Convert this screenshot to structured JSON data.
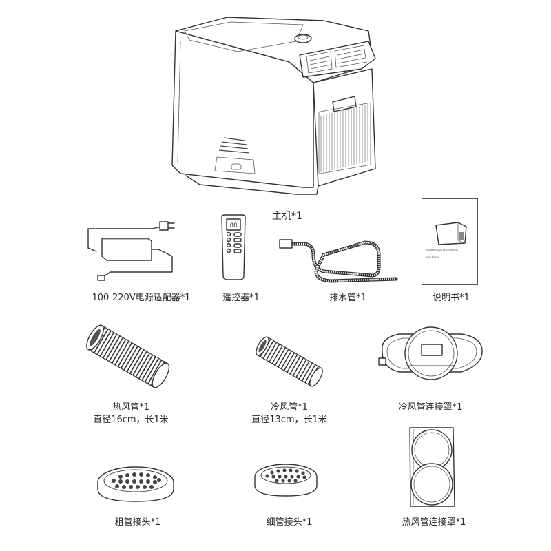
{
  "main_unit": {
    "label": "主机*1"
  },
  "items": {
    "adapter": {
      "label": "100-220V电源适配器*1"
    },
    "remote": {
      "label": "遥控器*1"
    },
    "drain_hose": {
      "label": "排水管*1"
    },
    "manual": {
      "label": "说明书*1",
      "cover_title": "CHAIR Portable Air Conditioner",
      "cover_subtitle": "User Manual"
    },
    "hot_hose": {
      "label": "热风管*1",
      "spec": "直径16cm，长1米"
    },
    "cold_hose": {
      "label": "冷风管*1",
      "spec": "直径13cm，长1米"
    },
    "cold_cover": {
      "label": "冷风管连接罩*1"
    },
    "thick_joint": {
      "label": "粗管接头*1"
    },
    "thin_joint": {
      "label": "细管接头*1"
    },
    "hot_cover": {
      "label": "热风管连接罩*1"
    }
  },
  "icons": {
    "main": "portable-air-conditioner-icon",
    "adapter": "power-adapter-icon",
    "remote": "remote-control-icon",
    "drain": "drain-hose-icon",
    "manual": "manual-booklet-icon",
    "hot_hose": "hot-air-hose-icon",
    "cold_hose": "cold-air-hose-icon",
    "cold_cover": "cold-hose-cover-icon",
    "thick_joint": "thick-joint-icon",
    "thin_joint": "thin-joint-icon",
    "hot_cover": "hot-hose-cover-icon"
  }
}
